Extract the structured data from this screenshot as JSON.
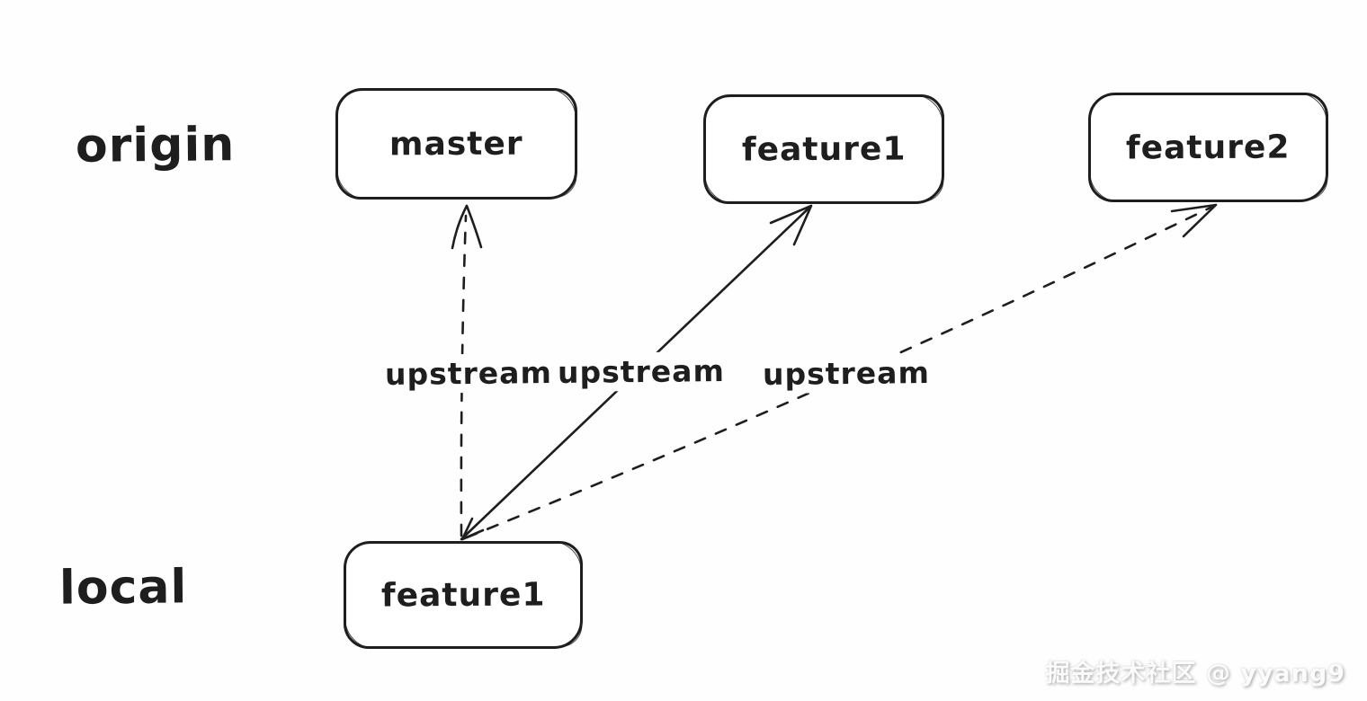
{
  "colors": {
    "ink": "#1e1e1e",
    "background": "#fefefe",
    "watermark_text": "#fbfbfb"
  },
  "diagram": {
    "style": "hand-drawn sketch (excalidraw-like)",
    "row_labels": {
      "origin": "origin",
      "local": "local"
    },
    "nodes": [
      {
        "id": "origin-master",
        "row": "origin",
        "label": "master"
      },
      {
        "id": "origin-feature1",
        "row": "origin",
        "label": "feature1"
      },
      {
        "id": "origin-feature2",
        "row": "origin",
        "label": "feature2"
      },
      {
        "id": "local-feature1",
        "row": "local",
        "label": "feature1"
      }
    ],
    "edges": [
      {
        "from": "local-feature1",
        "to": "origin-master",
        "label": "upstream",
        "style": "dashed",
        "direction": "up"
      },
      {
        "from": "local-feature1",
        "to": "origin-feature1",
        "label": "upstream",
        "style": "solid",
        "direction": "both"
      },
      {
        "from": "local-feature1",
        "to": "origin-feature2",
        "label": "upstream",
        "style": "dashed",
        "direction": "up"
      }
    ]
  },
  "watermark": {
    "text": "掘金技术社区 @ yyang9"
  }
}
